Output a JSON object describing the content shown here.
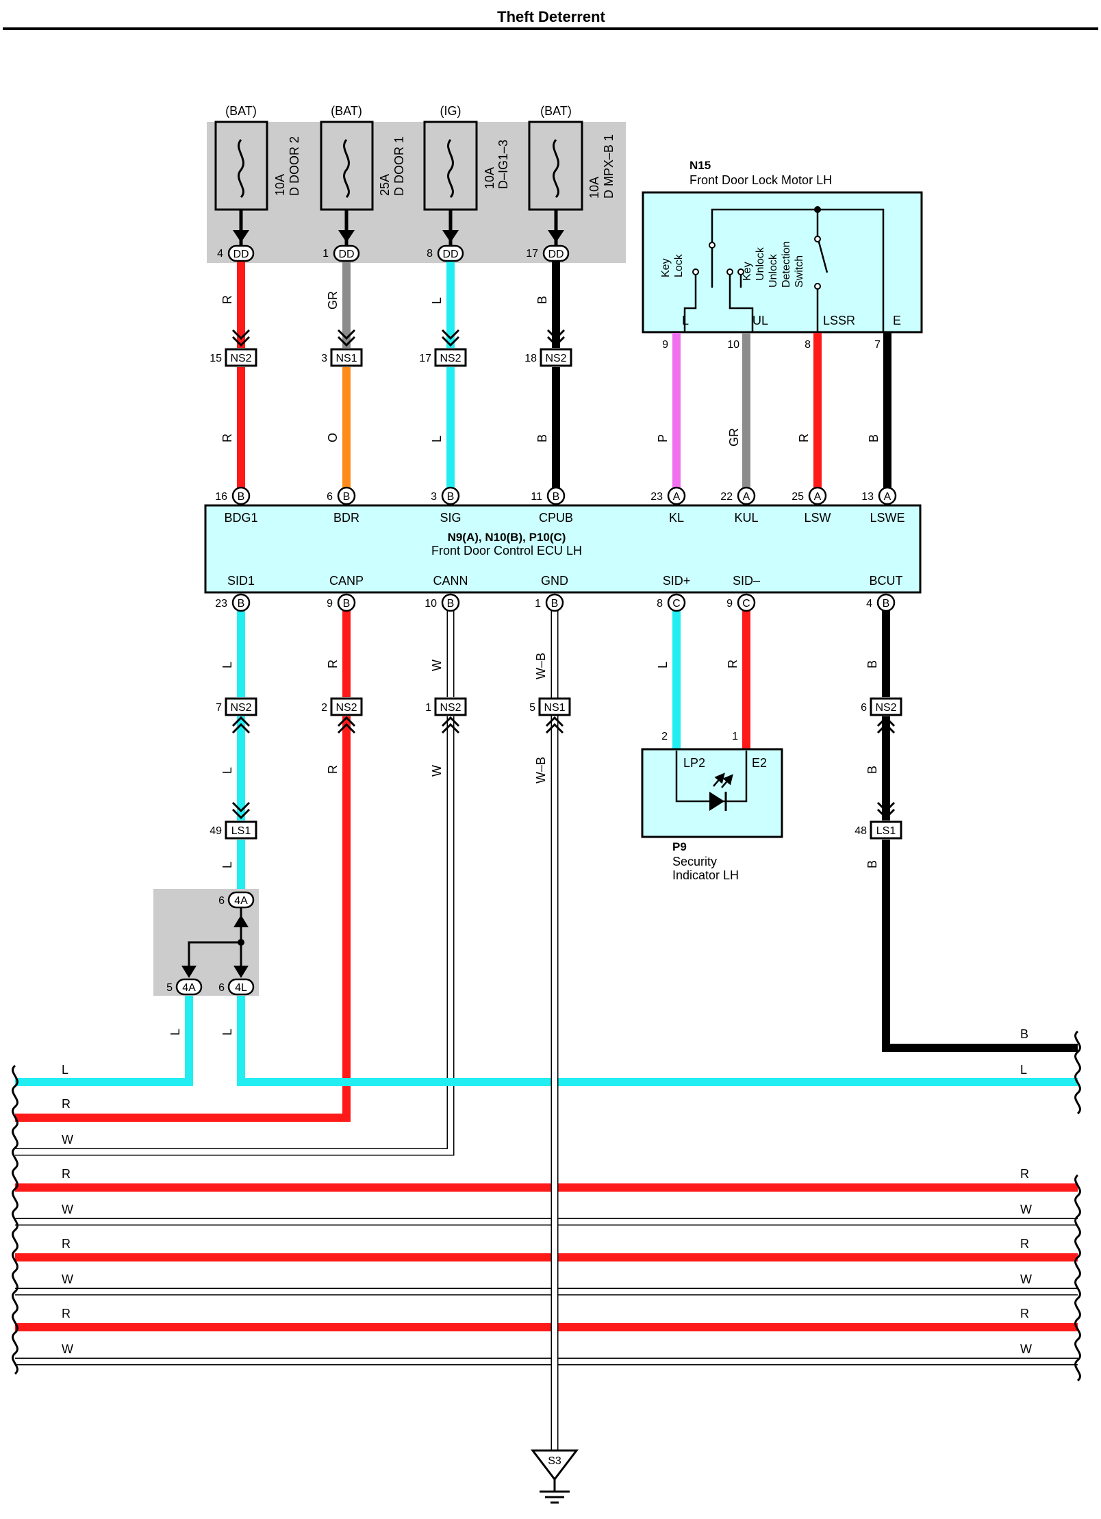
{
  "page": {
    "title": "Theft Deterrent"
  },
  "colors": {
    "R": "#ff1a1a",
    "GR": "#8c8c8c",
    "L": "#22eef2",
    "B": "#000000",
    "O": "#ff8c1a",
    "P": "#f070f0",
    "W": "#ffffff",
    "W-B": "#ffffff",
    "component_fill": "#ccffff",
    "junction_fill": "#cccccc"
  },
  "fuses": [
    {
      "source": "(BAT)",
      "rating": "10A",
      "name": "D DOOR 2"
    },
    {
      "source": "(BAT)",
      "rating": "25A",
      "name": "D DOOR 1"
    },
    {
      "source": "(IG)",
      "rating": "10A",
      "name": "D–IG1–3"
    },
    {
      "source": "(BAT)",
      "rating": "10A",
      "name": "D MPX–B 1"
    }
  ],
  "motor": {
    "code": "N15",
    "name": "Front Door Lock Motor LH",
    "switches": [
      {
        "label_lines": [
          "Key",
          "Lock"
        ]
      },
      {
        "label_lines": [
          "Key",
          "Unlock"
        ]
      },
      {
        "label_lines": [
          "Unlock",
          "Detection",
          "Switch"
        ]
      }
    ],
    "terminals": [
      "L",
      "UL",
      "LSSR",
      "E"
    ],
    "pins": [
      "9",
      "10",
      "8",
      "7"
    ]
  },
  "ecu": {
    "codes": "N9(A), N10(B), P10(C)",
    "name": "Front Door Control ECU LH",
    "top_terminals": [
      {
        "pin": "16",
        "conn": "B",
        "name": "BDG1"
      },
      {
        "pin": "6",
        "conn": "B",
        "name": "BDR"
      },
      {
        "pin": "3",
        "conn": "B",
        "name": "SIG"
      },
      {
        "pin": "11",
        "conn": "B",
        "name": "CPUB"
      },
      {
        "pin": "23",
        "conn": "A",
        "name": "KL"
      },
      {
        "pin": "22",
        "conn": "A",
        "name": "KUL"
      },
      {
        "pin": "25",
        "conn": "A",
        "name": "LSW"
      },
      {
        "pin": "13",
        "conn": "A",
        "name": "LSWE"
      }
    ],
    "bottom_terminals": [
      {
        "pin": "23",
        "conn": "B",
        "name": "SID1"
      },
      {
        "pin": "9",
        "conn": "B",
        "name": "CANP"
      },
      {
        "pin": "10",
        "conn": "B",
        "name": "CANN"
      },
      {
        "pin": "1",
        "conn": "B",
        "name": "GND"
      },
      {
        "pin": "8",
        "conn": "C",
        "name": "SID+"
      },
      {
        "pin": "9",
        "conn": "C",
        "name": "SID–"
      },
      {
        "pin": "4",
        "conn": "B",
        "name": "BCUT"
      }
    ]
  },
  "fuse_dd_connectors": [
    {
      "pin": "4",
      "conn": "DD"
    },
    {
      "pin": "1",
      "conn": "DD"
    },
    {
      "pin": "8",
      "conn": "DD"
    },
    {
      "pin": "17",
      "conn": "DD"
    }
  ],
  "top_wires": [
    {
      "upper": "R",
      "lower": "R",
      "ns_pin": "15",
      "ns": "NS2"
    },
    {
      "upper": "GR",
      "lower": "O",
      "ns_pin": "3",
      "ns": "NS1"
    },
    {
      "upper": "L",
      "lower": "L",
      "ns_pin": "17",
      "ns": "NS2"
    },
    {
      "upper": "B",
      "lower": "B",
      "ns_pin": "18",
      "ns": "NS2"
    }
  ],
  "motor_wires": [
    "P",
    "GR",
    "R",
    "B"
  ],
  "bottom_wires": [
    {
      "upper": "L",
      "lower": "L",
      "ns_pin": "7",
      "ns": "NS2"
    },
    {
      "upper": "R",
      "lower": "R",
      "ns_pin": "2",
      "ns": "NS2"
    },
    {
      "upper": "W",
      "lower": "W",
      "ns_pin": "1",
      "ns": "NS2"
    },
    {
      "upper": "W–B",
      "lower": "W–B",
      "ns_pin": "5",
      "ns": "NS1"
    }
  ],
  "indicator": {
    "code": "P9",
    "name_lines": [
      "Security",
      "Indicator LH"
    ],
    "terminals": [
      "LP2",
      "E2"
    ],
    "pins": [
      "2",
      "1"
    ],
    "wire_colors": [
      "L",
      "R"
    ]
  },
  "bcut_path": {
    "upper": "B",
    "ns_pin": "6",
    "ns": "NS2",
    "middle": "B",
    "ls_pin": "48",
    "ls": "LS1",
    "lower": "B"
  },
  "sid1_path": {
    "ls_pin": "49",
    "ls": "LS1",
    "wire": "L",
    "junction": [
      {
        "pin": "6",
        "conn": "4A"
      },
      {
        "pin": "5",
        "conn": "4A"
      },
      {
        "pin": "6",
        "conn": "4L"
      }
    ],
    "branch_wires": [
      "L",
      "L"
    ]
  },
  "bus_rows": [
    {
      "left": "L",
      "right": "L"
    },
    {
      "left": "R",
      "right": ""
    },
    {
      "left": "W",
      "right": ""
    },
    {
      "left": "R",
      "right": "R"
    },
    {
      "left": "W",
      "right": "W"
    },
    {
      "left": "R",
      "right": "R"
    },
    {
      "left": "W",
      "right": "W"
    },
    {
      "left": "R",
      "right": "R"
    },
    {
      "left": "W",
      "right": "W"
    }
  ],
  "bcut_bus_label": "B",
  "ground": "S3"
}
